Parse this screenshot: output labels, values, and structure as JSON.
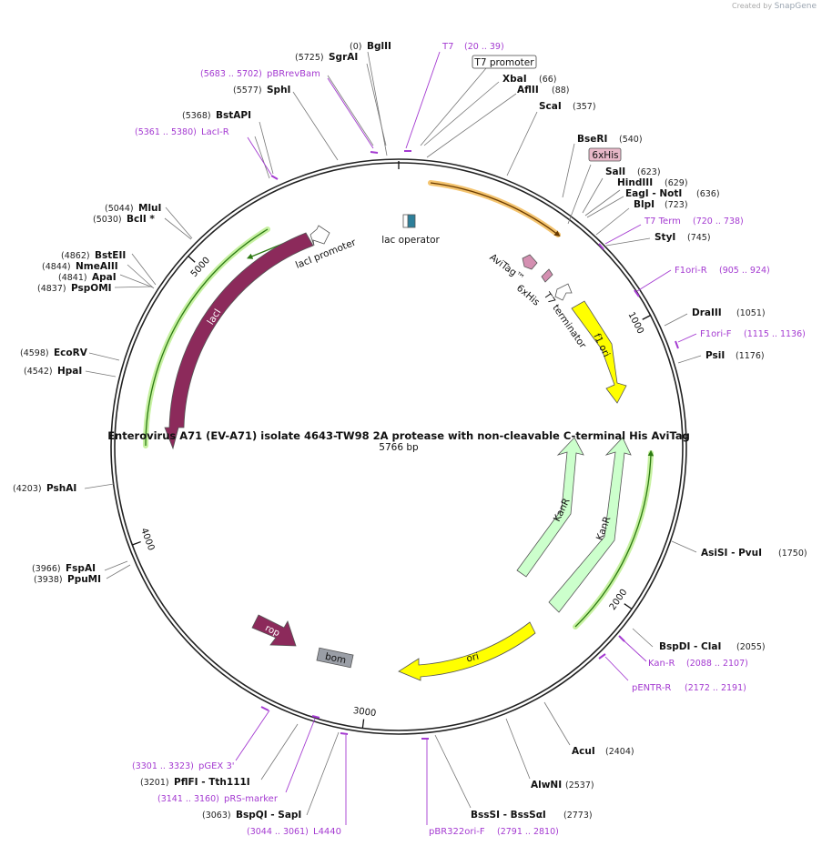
{
  "credit": {
    "prefix": "Created by",
    "brand": "SnapGene"
  },
  "plasmid": {
    "name": "Enterovirus A71 (EV-A71) isolate 4643-TW98 2A protease with non-cleavable C-terminal His AviTag",
    "length_label": "5766 bp",
    "length_bp": 5766
  },
  "ticks": [
    {
      "label": "1000",
      "bp": 1000
    },
    {
      "label": "2000",
      "bp": 2000
    },
    {
      "label": "3000",
      "bp": 3000
    },
    {
      "label": "4000",
      "bp": 4000
    },
    {
      "label": "5000",
      "bp": 5000
    }
  ],
  "features": [
    {
      "label": "lac operator",
      "start": 50,
      "end": 80,
      "color": "#2d7f9a"
    },
    {
      "label": "T7 terminator",
      "start": 760,
      "end": 800,
      "color": "#ffffff"
    },
    {
      "label": "f1 ori",
      "start": 830,
      "end": 1270,
      "color": "#ffff00"
    },
    {
      "label": "KanR",
      "start": 1470,
      "end": 2210,
      "color": "#ccffcc"
    },
    {
      "label": "ori",
      "start": 2350,
      "end": 2940,
      "color": "#ffff00"
    },
    {
      "label": "bom",
      "start": 3210,
      "end": 3290,
      "color": "#9a9ea6"
    },
    {
      "label": "rop",
      "start": 3530,
      "end": 3720,
      "color": "#8c2a5b"
    },
    {
      "label": "lacI",
      "start": 4560,
      "end": 5280,
      "color": "#8c2a5b"
    },
    {
      "label": "lacI promoter",
      "start": 5370,
      "end": 5440,
      "color": "#ffffff"
    },
    {
      "label": "AviTag™",
      "start": 655,
      "end": 700,
      "color": "#d48fb1"
    },
    {
      "label": "6xHis",
      "start": 703,
      "end": 720,
      "color": "#d48fb1"
    }
  ],
  "enzymes": [
    {
      "name": "BglII",
      "pos": "(0)"
    },
    {
      "name": "SgrAI",
      "pos": "(5725)"
    },
    {
      "name": "SphI",
      "pos": "(5577)"
    },
    {
      "name": "BstAPI",
      "pos": "(5368)"
    },
    {
      "name": "XbaI",
      "pos": "(66)"
    },
    {
      "name": "AflII",
      "pos": "(88)"
    },
    {
      "name": "ScaI",
      "pos": "(357)"
    },
    {
      "name": "BseRI",
      "pos": "(540)"
    },
    {
      "name": "SalI",
      "pos": "(623)"
    },
    {
      "name": "HindIII",
      "pos": "(629)"
    },
    {
      "name": "EagI - NotI",
      "pos": "(636)"
    },
    {
      "name": "BlpI",
      "pos": "(723)"
    },
    {
      "name": "StyI",
      "pos": "(745)"
    },
    {
      "name": "DraIII",
      "pos": "(1051)"
    },
    {
      "name": "PsiI",
      "pos": "(1176)"
    },
    {
      "name": "AsiSI - PvuI",
      "pos": "(1750)"
    },
    {
      "name": "BspDI - ClaI",
      "pos": "(2055)"
    },
    {
      "name": "AcuI",
      "pos": "(2404)"
    },
    {
      "name": "AlwNI",
      "pos": "(2537)"
    },
    {
      "name": "BssSI - BssSαI",
      "pos": "(2773)"
    },
    {
      "name": "BspQI - SapI",
      "pos": "(3063)"
    },
    {
      "name": "PflFI - Tth111I",
      "pos": "(3201)"
    },
    {
      "name": "PpuMI",
      "pos": "(3938)"
    },
    {
      "name": "FspAI",
      "pos": "(3966)"
    },
    {
      "name": "PshAI",
      "pos": "(4203)"
    },
    {
      "name": "HpaI",
      "pos": "(4542)"
    },
    {
      "name": "EcoRV",
      "pos": "(4598)"
    },
    {
      "name": "PspOMI",
      "pos": "(4837)"
    },
    {
      "name": "ApaI",
      "pos": "(4841)"
    },
    {
      "name": "NmeAIII",
      "pos": "(4844)"
    },
    {
      "name": "BstEII",
      "pos": "(4862)"
    },
    {
      "name": "BclI *",
      "pos": "(5030)"
    },
    {
      "name": "MluI",
      "pos": "(5044)"
    }
  ],
  "primers": [
    {
      "name": "T7",
      "range": "(20 .. 39)"
    },
    {
      "name": "pBRrevBam",
      "range": "(5683 .. 5702)"
    },
    {
      "name": "LacI-R",
      "range": "(5361 .. 5380)"
    },
    {
      "name": "T7 Term",
      "range": "(720 .. 738)"
    },
    {
      "name": "F1ori-R",
      "range": "(905 .. 924)"
    },
    {
      "name": "F1ori-F",
      "range": "(1115 .. 1136)"
    },
    {
      "name": "Kan-R",
      "range": "(2088 .. 2107)"
    },
    {
      "name": "pENTR-R",
      "range": "(2172 .. 2191)"
    },
    {
      "name": "pBR322ori-F",
      "range": "(2791 .. 2810)"
    },
    {
      "name": "L4440",
      "range": "(3044 .. 3061)"
    },
    {
      "name": "pRS-marker",
      "range": "(3141 .. 3160)"
    },
    {
      "name": "pGEX 3'",
      "range": "(3301 .. 3323)"
    }
  ],
  "boxed_labels": [
    {
      "text": "T7 promoter"
    },
    {
      "text": "6xHis"
    }
  ],
  "colors": {
    "backbone": "#222222",
    "primer": "#a43ad1",
    "orf_highlight": "#f4c46f",
    "kan_highlight": "#c7f1a2"
  }
}
